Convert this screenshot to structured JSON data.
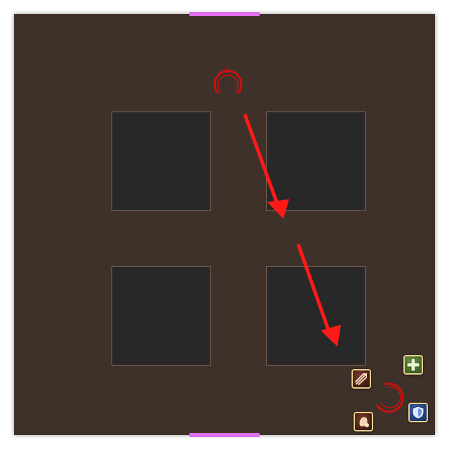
{
  "scene": {
    "type": "raid-mechanic-diagram",
    "colors": {
      "floor": "#3e3129",
      "tile_fill": "#292828",
      "tile_border": "#8a6a55",
      "wall_marker": "#e070f0",
      "arrow": "#ff1a1a",
      "ring": "#cc1111"
    }
  },
  "tiles": [
    {
      "id": "north-west"
    },
    {
      "id": "north-east"
    },
    {
      "id": "south-west"
    },
    {
      "id": "south-east"
    }
  ],
  "markers": {
    "wall": [
      "top",
      "bottom"
    ],
    "rings": [
      "top-center",
      "bottom-right"
    ]
  },
  "arrows": {
    "count": 2,
    "direction": "down-right"
  },
  "party_icons": [
    {
      "role": "healer",
      "icon": "cross-icon"
    },
    {
      "role": "ranged-dps",
      "icon": "arrows-icon"
    },
    {
      "role": "tank",
      "icon": "shield-icon"
    },
    {
      "role": "melee-dps",
      "icon": "fist-icon"
    }
  ]
}
